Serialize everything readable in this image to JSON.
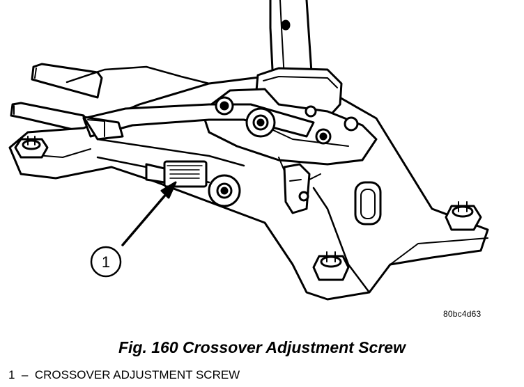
{
  "figure": {
    "reference_id": "80bc4d63",
    "caption": "Fig. 160 Crossover Adjustment Screw",
    "callout_number": "1"
  },
  "legend": {
    "items": [
      {
        "number": "1",
        "separator": "–",
        "label": "CROSSOVER ADJUSTMENT SCREW"
      }
    ]
  }
}
